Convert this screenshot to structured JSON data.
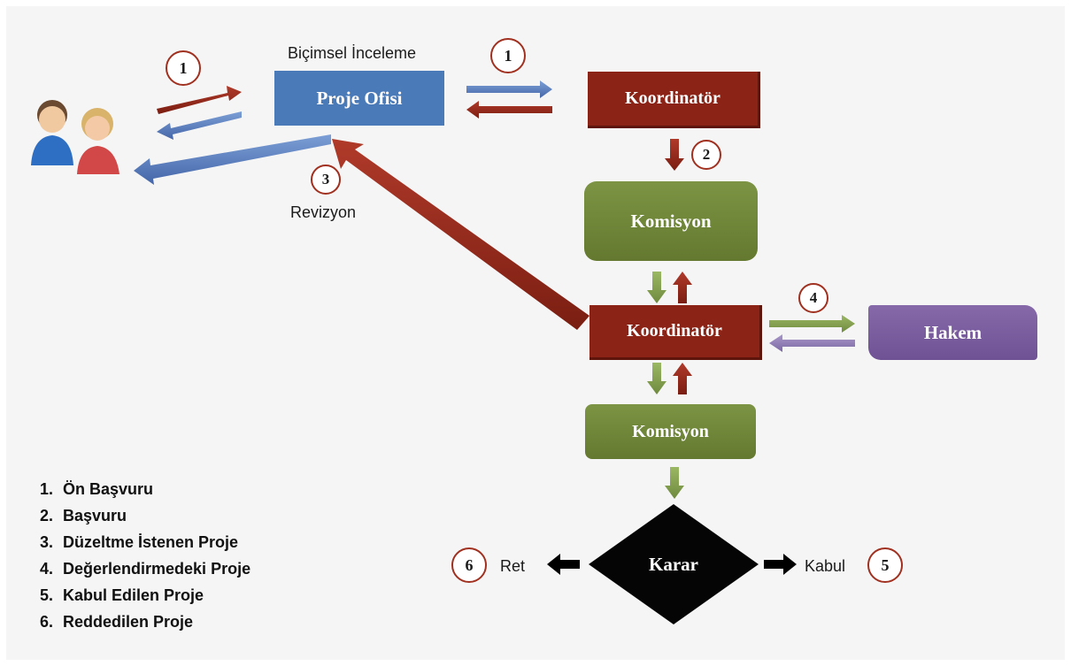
{
  "labels": {
    "bicimsel_inceleme": "Biçimsel İnceleme",
    "revizyon": "Revizyon",
    "ret": "Ret",
    "kabul": "Kabul"
  },
  "nodes": {
    "proje_ofisi": "Proje Ofisi",
    "koordinator_top": "Koordinatör",
    "komisyon_top": "Komisyon",
    "koordinator_mid": "Koordinatör",
    "hakem": "Hakem",
    "komisyon_bottom": "Komisyon",
    "karar": "Karar"
  },
  "step_numbers": {
    "left_1": "1",
    "right_1": "1",
    "two": "2",
    "three": "3",
    "four": "4",
    "five": "5",
    "six": "6"
  },
  "legend": [
    "Ön Başvuru",
    "Başvuru",
    "Düzeltme İstenen Proje",
    "Değerlendirmedeki Proje",
    "Kabul Edilen Proje",
    "Reddedilen Proje"
  ],
  "colors": {
    "proje_ofisi": "#4a7ab8",
    "koordinator": "#8b2417",
    "komisyon": "#6f8637",
    "hakem": "#7a5a9a",
    "karar": "#000000",
    "arrow_red": "#8b2417",
    "arrow_blue": "#5577b8",
    "arrow_green": "#6f8a3e",
    "arrow_purple": "#8c7ab0"
  }
}
